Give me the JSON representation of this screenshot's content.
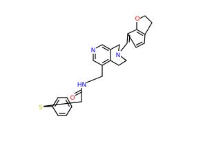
{
  "molecule": {
    "atoms": [
      {
        "id": "N_amide",
        "text": "HN",
        "color": "#0000ff"
      },
      {
        "id": "O_carbonyl",
        "text": "O",
        "color": "#ff0000"
      },
      {
        "id": "S_thio",
        "text": "S",
        "color": "#cccc00"
      },
      {
        "id": "N_pyridine",
        "text": "N",
        "color": "#0000ff"
      },
      {
        "id": "N_ring",
        "text": "N",
        "color": "#0000ff"
      },
      {
        "id": "O_furan",
        "text": "O",
        "color": "#ff0000"
      }
    ]
  }
}
